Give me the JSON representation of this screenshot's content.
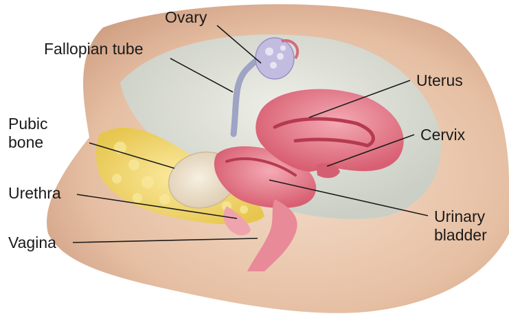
{
  "labels": {
    "ovary": "Ovary",
    "fallopian_tube": "Fallopian tube",
    "uterus": "Uterus",
    "pubic_bone_line1": "Pubic",
    "pubic_bone_line2": "bone",
    "cervix": "Cervix",
    "urethra": "Urethra",
    "urinary_bladder_line1": "Urinary",
    "urinary_bladder_line2": "bladder",
    "vagina": "Vagina"
  },
  "colors": {
    "skin": "#e8c4aa",
    "skin_shadow": "#c9957a",
    "cavity": "#dfe3dc",
    "uterus": "#e0707f",
    "uterus_light": "#f0a2ad",
    "pubic_bone": "#efe3cf",
    "fat": "#f2d96a",
    "ovary": "#b6aed0",
    "leader_line": "#1a1a1a"
  }
}
